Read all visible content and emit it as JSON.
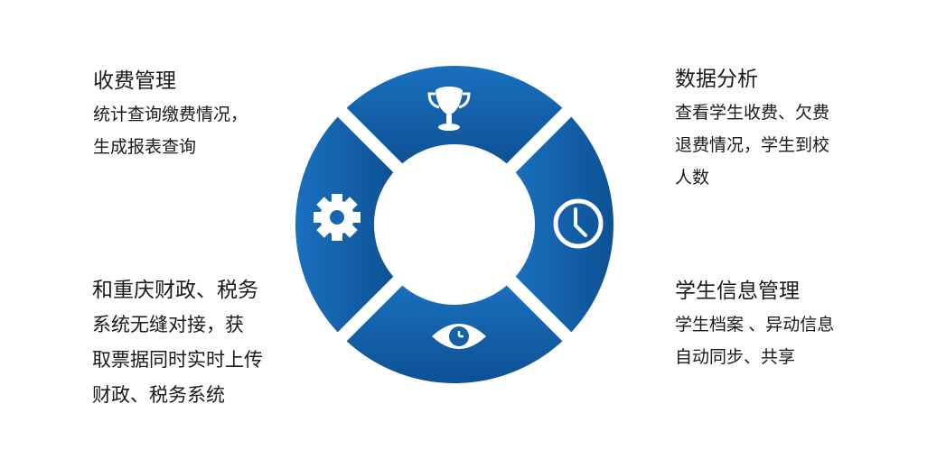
{
  "colors": {
    "segment_light": "#1a72c0",
    "segment_dark": "#0d4f92",
    "icon": "#ffffff"
  },
  "blocks": {
    "fee": {
      "title": "收费管理",
      "lines": [
        "统计查询缴费情况，",
        "生成报表查询"
      ]
    },
    "analysis": {
      "title": "数据分析",
      "lines": [
        "查看学生收费、欠费",
        "退费情况，学生到校",
        "人数"
      ]
    },
    "finance": {
      "lines": [
        "和重庆财政、税务",
        "系统无缝对接，获",
        "取票据同时实时上传",
        "财政、税务系统"
      ]
    },
    "student": {
      "title": "学生信息管理",
      "lines": [
        "学生档案 、异动信息",
        "自动同步、共享"
      ]
    }
  },
  "segments": [
    {
      "name": "top",
      "icon": "trophy-icon"
    },
    {
      "name": "right",
      "icon": "clock-icon"
    },
    {
      "name": "bottom",
      "icon": "eye-icon"
    },
    {
      "name": "left",
      "icon": "gear-icon"
    }
  ]
}
